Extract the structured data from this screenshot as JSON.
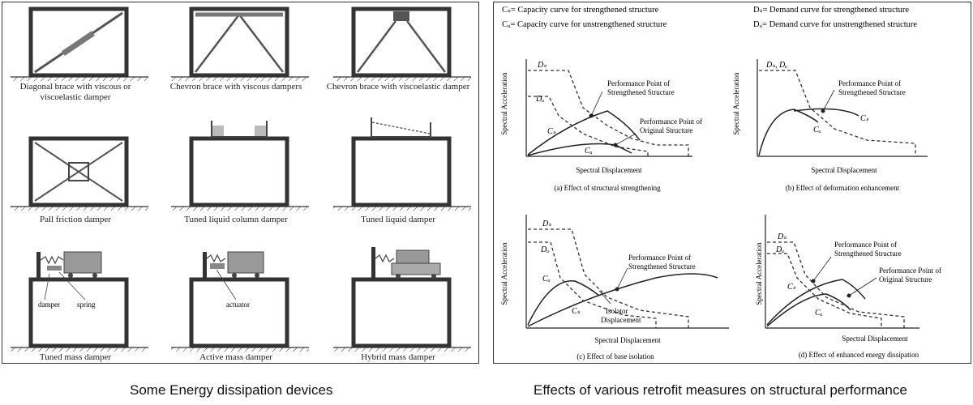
{
  "devices": {
    "items": [
      {
        "label": "Diagonal brace with viscous or viscoelastic damper"
      },
      {
        "label": "Chevron brace with viscous dampers"
      },
      {
        "label": "Chevron brace with viscoelastic damper"
      },
      {
        "label": "Pall friction damper"
      },
      {
        "label": "Tuned liquid column damper"
      },
      {
        "label": "Tuned liquid damper"
      },
      {
        "label": "Tuned mass damper"
      },
      {
        "label": "Active mass damper"
      },
      {
        "label": "Hybrid mass damper"
      }
    ],
    "annotations": {
      "damper": "damper",
      "spring": "spring",
      "actuator": "actuator"
    }
  },
  "legend": {
    "cs": "Cₛ= Capacity curve for strengthened structure",
    "cu": "Cᵤ= Capacity curve for unstrengthened structure",
    "ds": "Dₛ= Demand curve for strengthened structure",
    "du": "Dᵤ= Demand curve for unstrengthened structure"
  },
  "plots": {
    "y_label": "Spectral Acceleration",
    "x_label": "Spectral Displacement",
    "a": {
      "caption": "(a) Effect of structural strengthening",
      "pp1": "Performance Point of",
      "pp2": "Strengthened Structure",
      "po1": "Performance Point of",
      "po2": "Original Structure",
      "Ds": "Dₛ",
      "Du": "Dᵤ",
      "Cs": "Cₛ",
      "Cu": "Cᵤ"
    },
    "b": {
      "caption": "(b) Effect of deformation enhancement",
      "pp1": "Performance Point of",
      "pp2": "Strengthened Structure",
      "D": "Dₛ, Dᵤ",
      "Cs": "Cₛ",
      "Cu": "Cᵤ"
    },
    "c": {
      "caption": "(c) Effect of base isolation",
      "pp1": "Performance Point of",
      "pp2": "Strengthened Structure",
      "iso1": "Isolator",
      "iso2": "Displacement",
      "Ds": "Dₛ",
      "Du": "Dᵤ",
      "Cs": "Cₛ",
      "Cu": "Cᵤ"
    },
    "d": {
      "caption": "(d) Effect of enhanced energy dissipation",
      "pp1": "Performance Point of",
      "pp2": "Strengthened Structure",
      "po1": "Performance Point of",
      "po2": "Original Structure",
      "Ds": "Dₛ",
      "Du": "Dᵤ",
      "Cs": "Cₛ",
      "Cu": "Cᵤ"
    }
  },
  "captions": {
    "left": "Some Energy dissipation devices",
    "right": "Effects of various retrofit measures on structural performance"
  }
}
